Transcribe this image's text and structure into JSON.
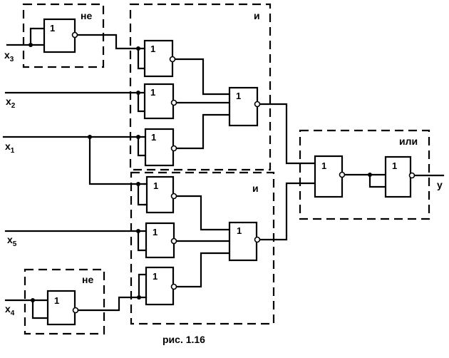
{
  "diagram": {
    "caption": "рис. 1.16",
    "blocks": [
      {
        "id": "not_x3",
        "label": "не"
      },
      {
        "id": "and_top",
        "label": "и"
      },
      {
        "id": "and_bottom",
        "label": "и"
      },
      {
        "id": "or",
        "label": "или"
      },
      {
        "id": "not_x4",
        "label": "не"
      }
    ],
    "gate_symbol": "1",
    "inputs": [
      {
        "name": "x",
        "sub": "3"
      },
      {
        "name": "x",
        "sub": "2"
      },
      {
        "name": "x",
        "sub": "1"
      },
      {
        "name": "x",
        "sub": "5"
      },
      {
        "name": "x",
        "sub": "4"
      }
    ],
    "output": "y"
  }
}
